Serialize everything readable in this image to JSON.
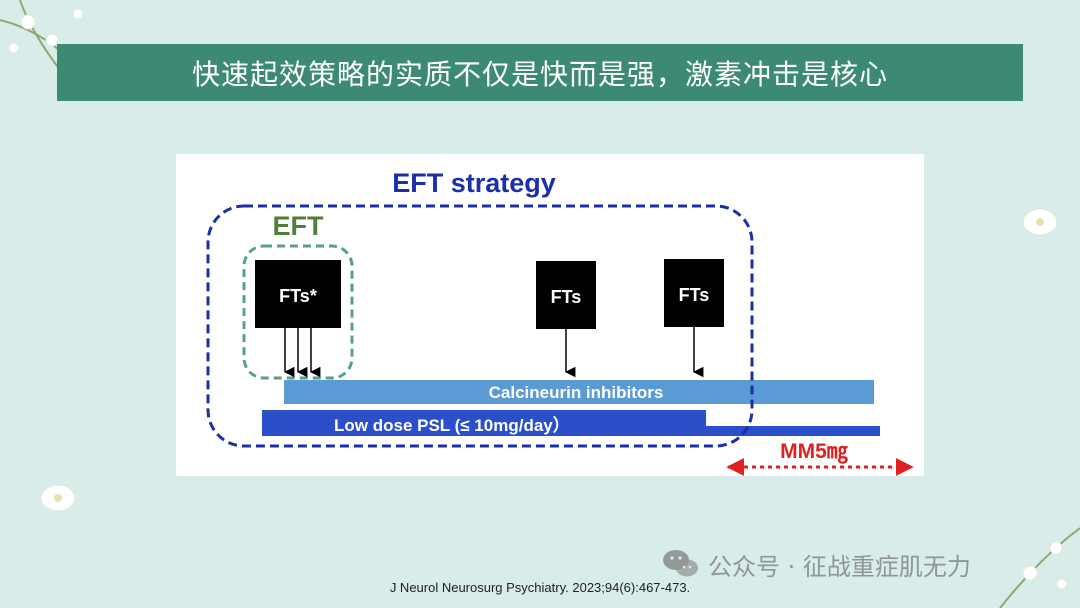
{
  "title": "快速起效策略的实质不仅是快而是强，激素冲击是核心",
  "diagram": {
    "outer_label": "EFT strategy",
    "inner_label": "EFT",
    "boxes": [
      "FTs*",
      "FTs",
      "FTs"
    ],
    "bars": {
      "cni": "Calcineurin inhibitors",
      "psl": "Low dose PSL (≤ 10mg/day）",
      "mm": "MM5㎎"
    }
  },
  "colors": {
    "title_bg": "#3d8a74",
    "page_bg": "#d8ece9",
    "outer_dash": "#1a2fa8",
    "inner_dash": "#5b9e8c",
    "eft_green": "#4f7f3a",
    "cni_bar": "#5b9bd5",
    "psl_bar": "#2a4fc9",
    "mm_red": "#e02020"
  },
  "citation": "J Neurol Neurosurg Psychiatry. 2023;94(6):467-473.",
  "watermark": {
    "icon": "wechat-icon",
    "text": "公众号 · 征战重症肌无力"
  }
}
